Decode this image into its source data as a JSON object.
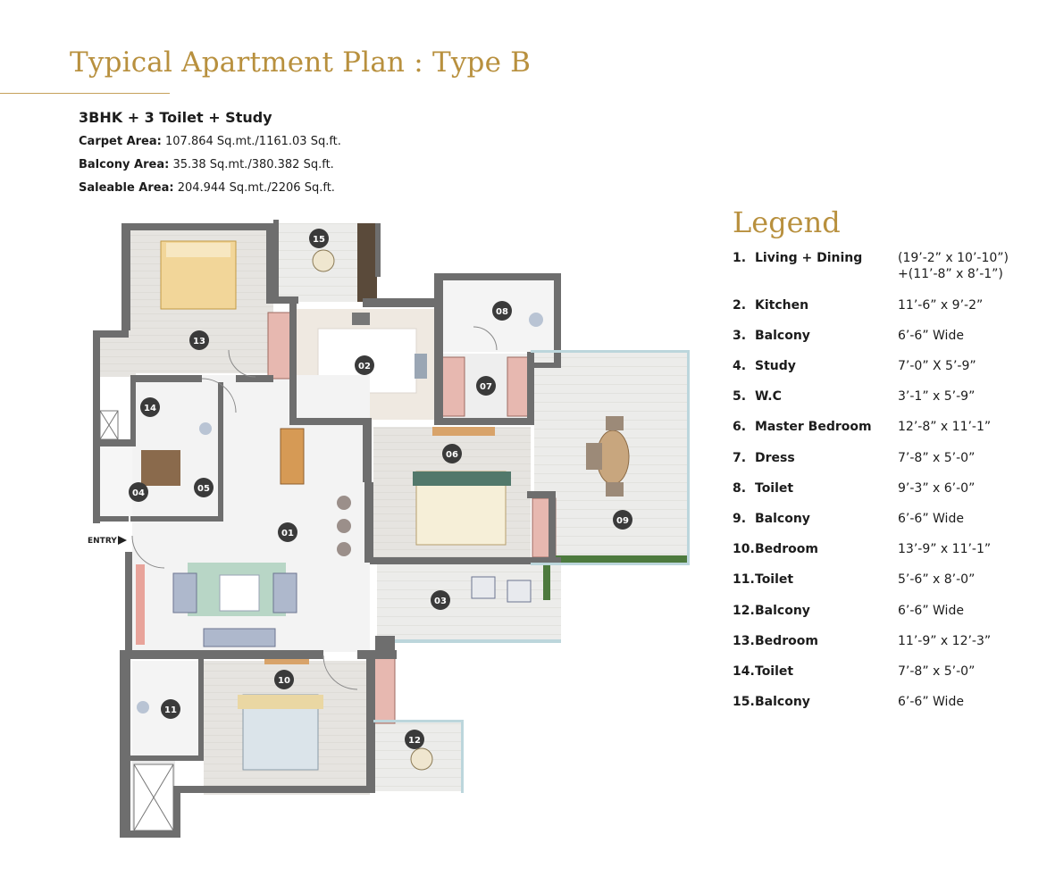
{
  "header": {
    "title": "Typical Apartment Plan : Type B",
    "unit_type": "3BHK + 3 Toilet + Study",
    "areas": [
      {
        "label": "Carpet Area:",
        "value": "107.864 Sq.mt./1161.03 Sq.ft."
      },
      {
        "label": "Balcony Area:",
        "value": "35.38 Sq.mt./380.382 Sq.ft."
      },
      {
        "label": "Saleable Area:",
        "value": "204.944 Sq.mt./2206 Sq.ft."
      }
    ]
  },
  "plan": {
    "entry_label": "ENTRY",
    "room_badges": [
      "01",
      "02",
      "03",
      "04",
      "05",
      "06",
      "07",
      "08",
      "09",
      "10",
      "11",
      "12",
      "13",
      "14",
      "15"
    ]
  },
  "legend": {
    "title": "Legend",
    "items": [
      {
        "num": "1.",
        "label": "Living + Dining",
        "dim": "(19’-2” x 10’-10”)",
        "dim2": "+(11’-8” x 8’-1”)"
      },
      {
        "num": "2.",
        "label": "Kitchen",
        "dim": "11’-6” x 9’-2”"
      },
      {
        "num": "3.",
        "label": "Balcony",
        "dim": "6’-6” Wide"
      },
      {
        "num": "4.",
        "label": "Study",
        "dim": "7’-0” X 5’-9”"
      },
      {
        "num": "5.",
        "label": "W.C",
        "dim": "3’-1” x 5’-9”"
      },
      {
        "num": "6.",
        "label": "Master Bedroom",
        "dim": "12’-8” x 11’-1”"
      },
      {
        "num": "7.",
        "label": "Dress",
        "dim": "7’-8” x 5’-0”"
      },
      {
        "num": "8.",
        "label": "Toilet",
        "dim": "9’-3” x 6’-0”"
      },
      {
        "num": "9.",
        "label": "Balcony",
        "dim": "6’-6”  Wide"
      },
      {
        "num": "10.",
        "label": "Bedroom",
        "dim": "13’-9” x 11’-1”"
      },
      {
        "num": "11.",
        "label": "Toilet",
        "dim": "5’-6” x 8’-0”"
      },
      {
        "num": "12.",
        "label": "Balcony",
        "dim": "6’-6” Wide"
      },
      {
        "num": "13.",
        "label": "Bedroom",
        "dim": "11’-9” x 12’-3”"
      },
      {
        "num": "14.",
        "label": "Toilet",
        "dim": "7’-8” x 5’-0”"
      },
      {
        "num": "15.",
        "label": "Balcony",
        "dim": "6’-6” Wide"
      }
    ]
  },
  "colors": {
    "accent_gold": "#b8903e",
    "wall": "#6e6e6e",
    "badge": "#3a3a3a"
  }
}
